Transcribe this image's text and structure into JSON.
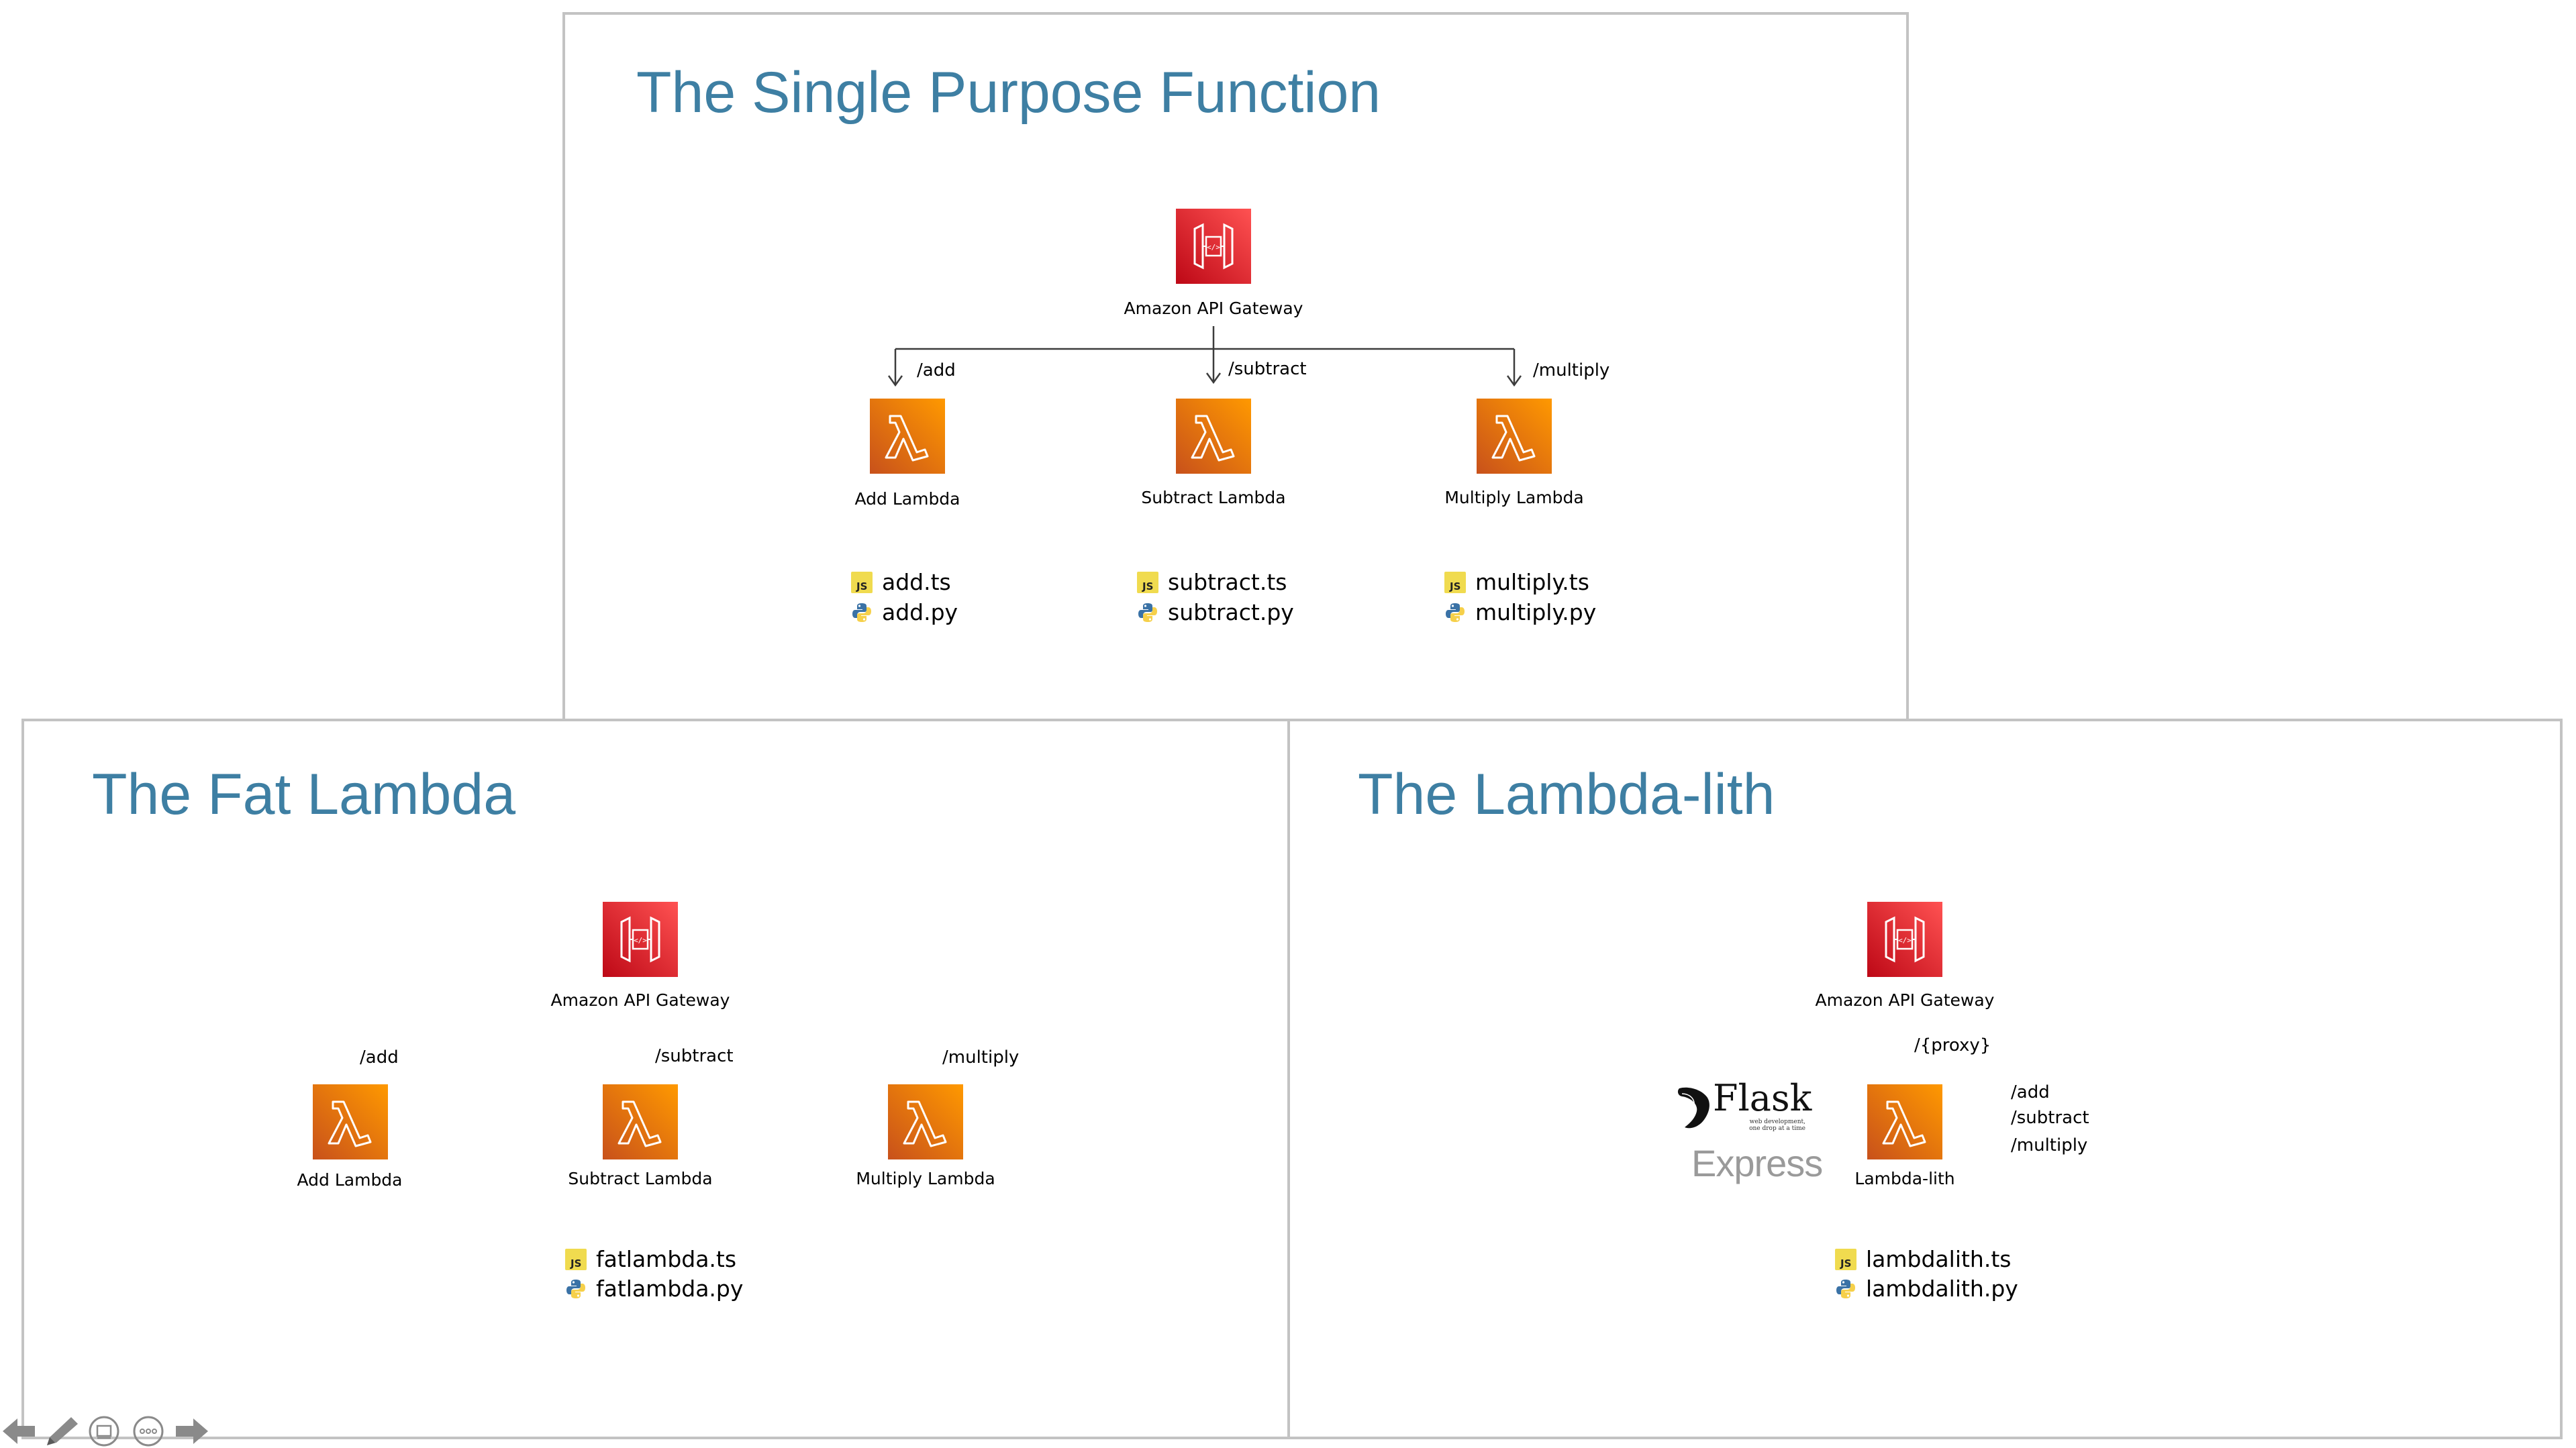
{
  "slides": {
    "top": {
      "title": "The Single Purpose Function",
      "gateway": "Amazon API Gateway",
      "routes": [
        "/add",
        "/subtract",
        "/multiply"
      ],
      "lambdas": [
        "Add Lambda",
        "Subtract Lambda",
        "Multiply Lambda"
      ],
      "files": [
        [
          "add.ts",
          "add.py"
        ],
        [
          "subtract.ts",
          "subtract.py"
        ],
        [
          "multiply.ts",
          "multiply.py"
        ]
      ]
    },
    "fat": {
      "title": "The Fat Lambda",
      "gateway": "Amazon API Gateway",
      "routes": [
        "/add",
        "/subtract",
        "/multiply"
      ],
      "lambdas": [
        "Add Lambda",
        "Subtract Lambda",
        "Multiply Lambda"
      ],
      "files": [
        "fatlambda.ts",
        "fatlambda.py"
      ]
    },
    "lith": {
      "title": "The Lambda-lith",
      "gateway": "Amazon API Gateway",
      "proxy_route": "/{proxy}",
      "lambda": "Lambda-lith",
      "inner_routes": [
        "/add",
        "/subtract",
        "/multiply"
      ],
      "frameworks": {
        "flask": "Flask",
        "flask_tagline": "web development, one drop at a time",
        "express": "Express"
      },
      "files": [
        "lambdalith.ts",
        "lambdalith.py"
      ]
    }
  },
  "icons": {
    "gateway": "api-gateway-icon",
    "lambda": "lambda-icon",
    "js_file": "javascript-file-icon",
    "py_file": "python-file-icon"
  },
  "colors": {
    "title": "#3e7fa3",
    "gateway": "#d13b3e",
    "lambda": "#e8791f",
    "border": "#c3c3c3"
  }
}
